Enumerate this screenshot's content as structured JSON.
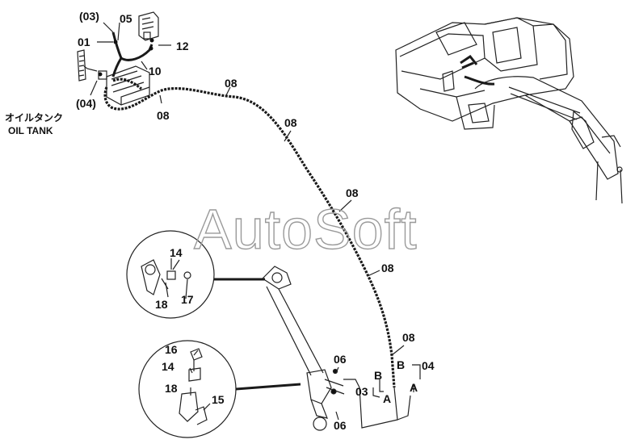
{
  "watermark": "AutoSoft",
  "oil_tank_jp": "オイルタンク",
  "oil_tank_en": "OIL TANK",
  "parts": {
    "p03_paren": "(03)",
    "p05": "05",
    "p01": "01",
    "p12": "12",
    "p10": "10",
    "p04_paren": "(04)",
    "p08_a": "08",
    "p08_b": "08",
    "p08_c": "08",
    "p08_d": "08",
    "p08_e": "08",
    "p08_f": "08",
    "p14_top": "14",
    "p18_top": "18",
    "p17": "17",
    "p16": "16",
    "p14_bot": "14",
    "p18_bot": "18",
    "p15": "15",
    "p06_top": "06",
    "p06_bot": "06",
    "p03": "03",
    "p04": "04",
    "pB_left": "B",
    "pB_right": "B",
    "pA_left": "A",
    "pA_right": "A"
  }
}
